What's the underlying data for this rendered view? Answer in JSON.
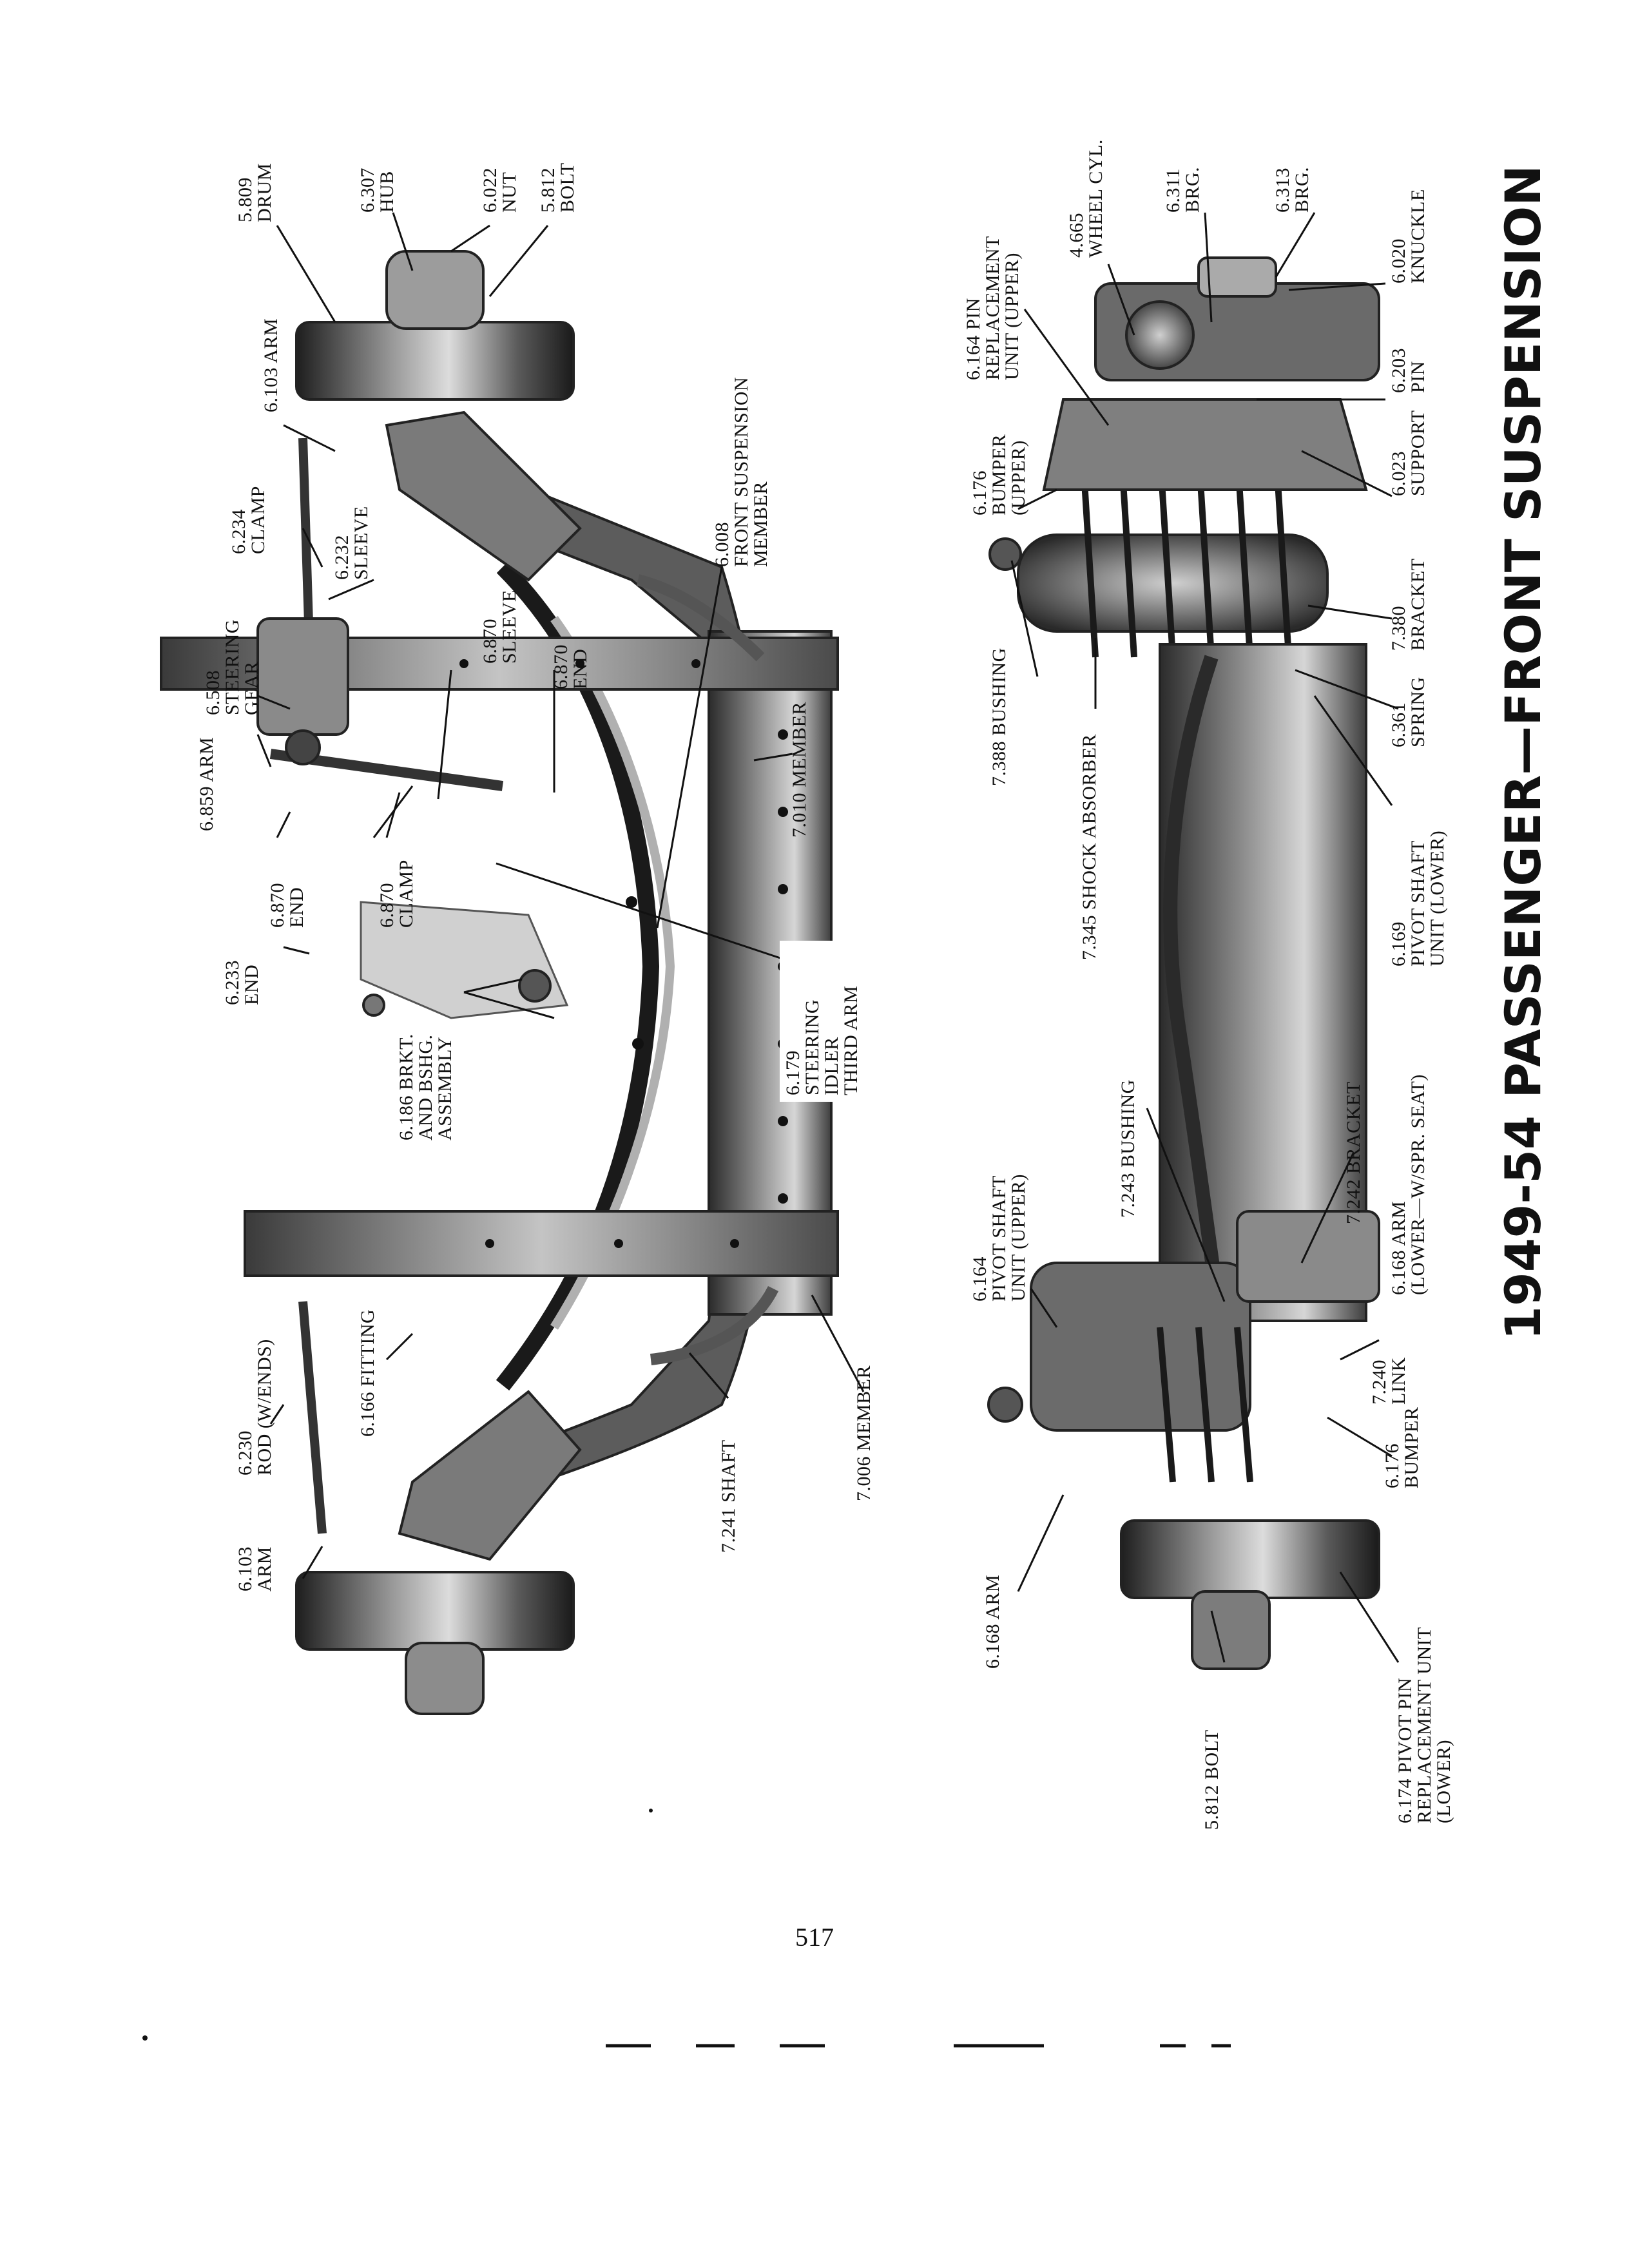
{
  "page": {
    "title": "1949-54 PASSENGER—FRONT SUSPENSION",
    "page_number": "517"
  },
  "top_view_labels": [
    [
      "5.809",
      "DRUM"
    ],
    [
      "6.307",
      "HUB"
    ],
    [
      "6.022",
      "NUT"
    ],
    [
      "5.812",
      "BOLT"
    ],
    [
      "6.103  ARM"
    ],
    [
      "6.234",
      "CLAMP"
    ],
    [
      "6.232",
      "SLEEVE"
    ],
    [
      "6.008",
      "FRONT SUSPENSION",
      "MEMBER"
    ],
    [
      "6.508",
      "STEERING",
      "GEAR"
    ],
    [
      "6.870",
      "SLEEVE"
    ],
    [
      "6.870",
      "END"
    ],
    [
      "6.859  ARM"
    ],
    [
      "6.870",
      "END"
    ],
    [
      "6.870",
      "CLAMP"
    ],
    [
      "7.010  MEMBER"
    ],
    [
      "6.233",
      "END"
    ],
    [
      "6.186  BRKT.",
      "AND BSHG.",
      "ASSEMBLY"
    ],
    [
      "6.179",
      "STEERING",
      "IDLER",
      "THIRD ARM"
    ],
    [
      "6.230",
      "ROD  (W/ENDS)"
    ],
    [
      "6.166 FITTING"
    ],
    [
      "6.103",
      "ARM"
    ],
    [
      "7.241  SHAFT"
    ],
    [
      "7.006 MEMBER"
    ]
  ],
  "bottom_view_labels": [
    [
      "6.164  PIN",
      "REPLACEMENT",
      "UNIT (UPPER)"
    ],
    [
      "4.665",
      "WHEEL  CYL."
    ],
    [
      "6.311",
      "BRG."
    ],
    [
      "6.313",
      "BRG."
    ],
    [
      "6.020",
      "KNUCKLE"
    ],
    [
      "6.203",
      "PIN"
    ],
    [
      "6.176",
      "BUMPER",
      "(UPPER)"
    ],
    [
      "6.023",
      "SUPPORT"
    ],
    [
      "7.380",
      "BRACKET"
    ],
    [
      "7.388  BUSHING"
    ],
    [
      "6.361",
      "SPRING"
    ],
    [
      "7.345  SHOCK ABSORBER"
    ],
    [
      "6.169",
      "PIVOT  SHAFT",
      "UNIT  (LOWER)"
    ],
    [
      "7.243  BUSHING"
    ],
    [
      "7.242  BRACKET"
    ],
    [
      "6.168  ARM",
      "(LOWER—W/SPR.  SEAT)"
    ],
    [
      "6.164",
      "PIVOT  SHAFT",
      "UNIT  (UPPER)"
    ],
    [
      "7.240",
      "LINK"
    ],
    [
      "6.176",
      "BUMPER"
    ],
    [
      "6.168 ARM"
    ],
    [
      "5.812  BOLT"
    ],
    [
      "6.174  PIVOT  PIN",
      "REPLACEMENT  UNIT",
      "(LOWER)"
    ]
  ],
  "colors": {
    "ink": "#111111",
    "photo_dark": "#2a2a2a",
    "photo_mid": "#6e6e6e",
    "photo_light": "#b8b8b8",
    "paper": "#ffffff"
  }
}
